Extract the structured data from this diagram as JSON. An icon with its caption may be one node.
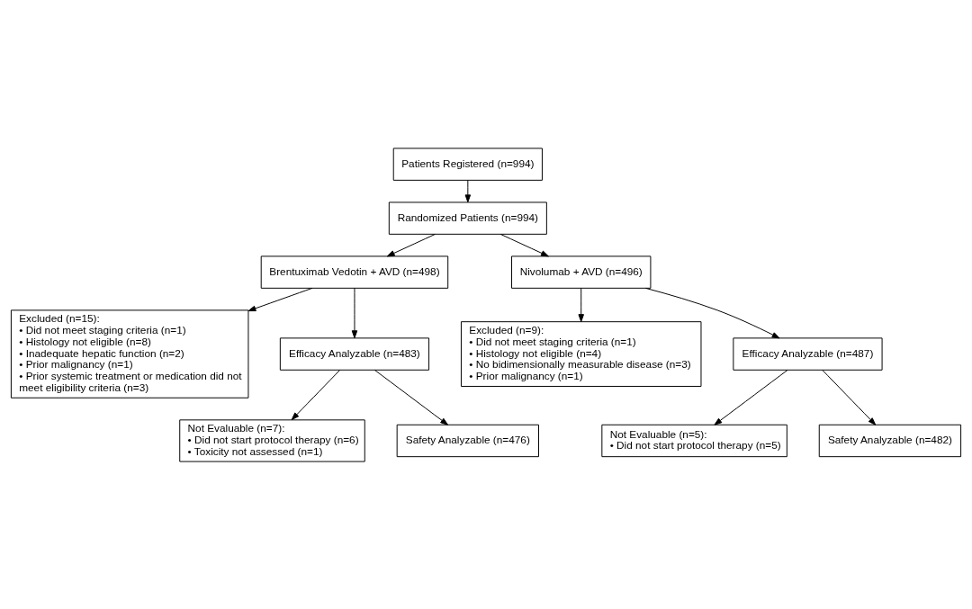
{
  "diagram": {
    "nodes": [
      {
        "text": [
          "Patients Registered (n=994)"
        ]
      },
      {
        "text": [
          "Randomized Patients (n=994)"
        ]
      },
      {
        "text": [
          "Brentuximab Vedotin + AVD (n=498)"
        ]
      },
      {
        "text": [
          "Nivolumab + AVD (n=496)"
        ]
      },
      {
        "text": [
          "Excluded (n=15):",
          "• Did not meet staging criteria (n=1)",
          "• Histology not eligible (n=8)",
          "• Inadequate hepatic function (n=2)",
          "• Prior malignancy (n=1)",
          "• Prior systemic treatment or medication did not meet eligibility criteria (n=3)"
        ]
      },
      {
        "text": [
          "Excluded (n=9):",
          "• Did not meet staging criteria (n=1)",
          "• Histology not eligible (n=4)",
          "• No bidimensionally measurable disease (n=3)",
          "• Prior malignancy (n=1)"
        ]
      },
      {
        "text": [
          "Efficacy Analyzable (n=483)"
        ]
      },
      {
        "text": [
          "Efficacy Analyzable (n=487)"
        ]
      },
      {
        "text": [
          "Not Evaluable (n=7):",
          "• Did not start protocol therapy (n=6)",
          "• Toxicity not assessed (n=1)"
        ]
      },
      {
        "text": [
          "Not Evaluable (n=5):",
          "• Did not start protocol therapy (n=5)"
        ]
      },
      {
        "text": [
          "Safety Analyzable (n=476)"
        ]
      },
      {
        "text": [
          "Safety Analyzable (n=482)"
        ]
      }
    ],
    "edges": [
      {
        "from": 0,
        "to": 1,
        "arrow": "to"
      },
      {
        "from": 1,
        "to": 2,
        "arrow": "to"
      },
      {
        "from": 1,
        "to": 3,
        "arrow": "to"
      },
      {
        "from": 2,
        "to": 4,
        "arrow": "to"
      },
      {
        "from": 2,
        "to": 6,
        "arrow": "to"
      },
      {
        "from": 3,
        "to": 5,
        "arrow": "to"
      },
      {
        "from": 3,
        "to": 7,
        "arrow": "to"
      },
      {
        "from": 6,
        "to": 8,
        "arrow": "to"
      },
      {
        "from": 6,
        "to": 10,
        "arrow": "to"
      },
      {
        "from": 7,
        "to": 9,
        "arrow": "to"
      },
      {
        "from": 7,
        "to": 11,
        "arrow": "to"
      }
    ]
  }
}
